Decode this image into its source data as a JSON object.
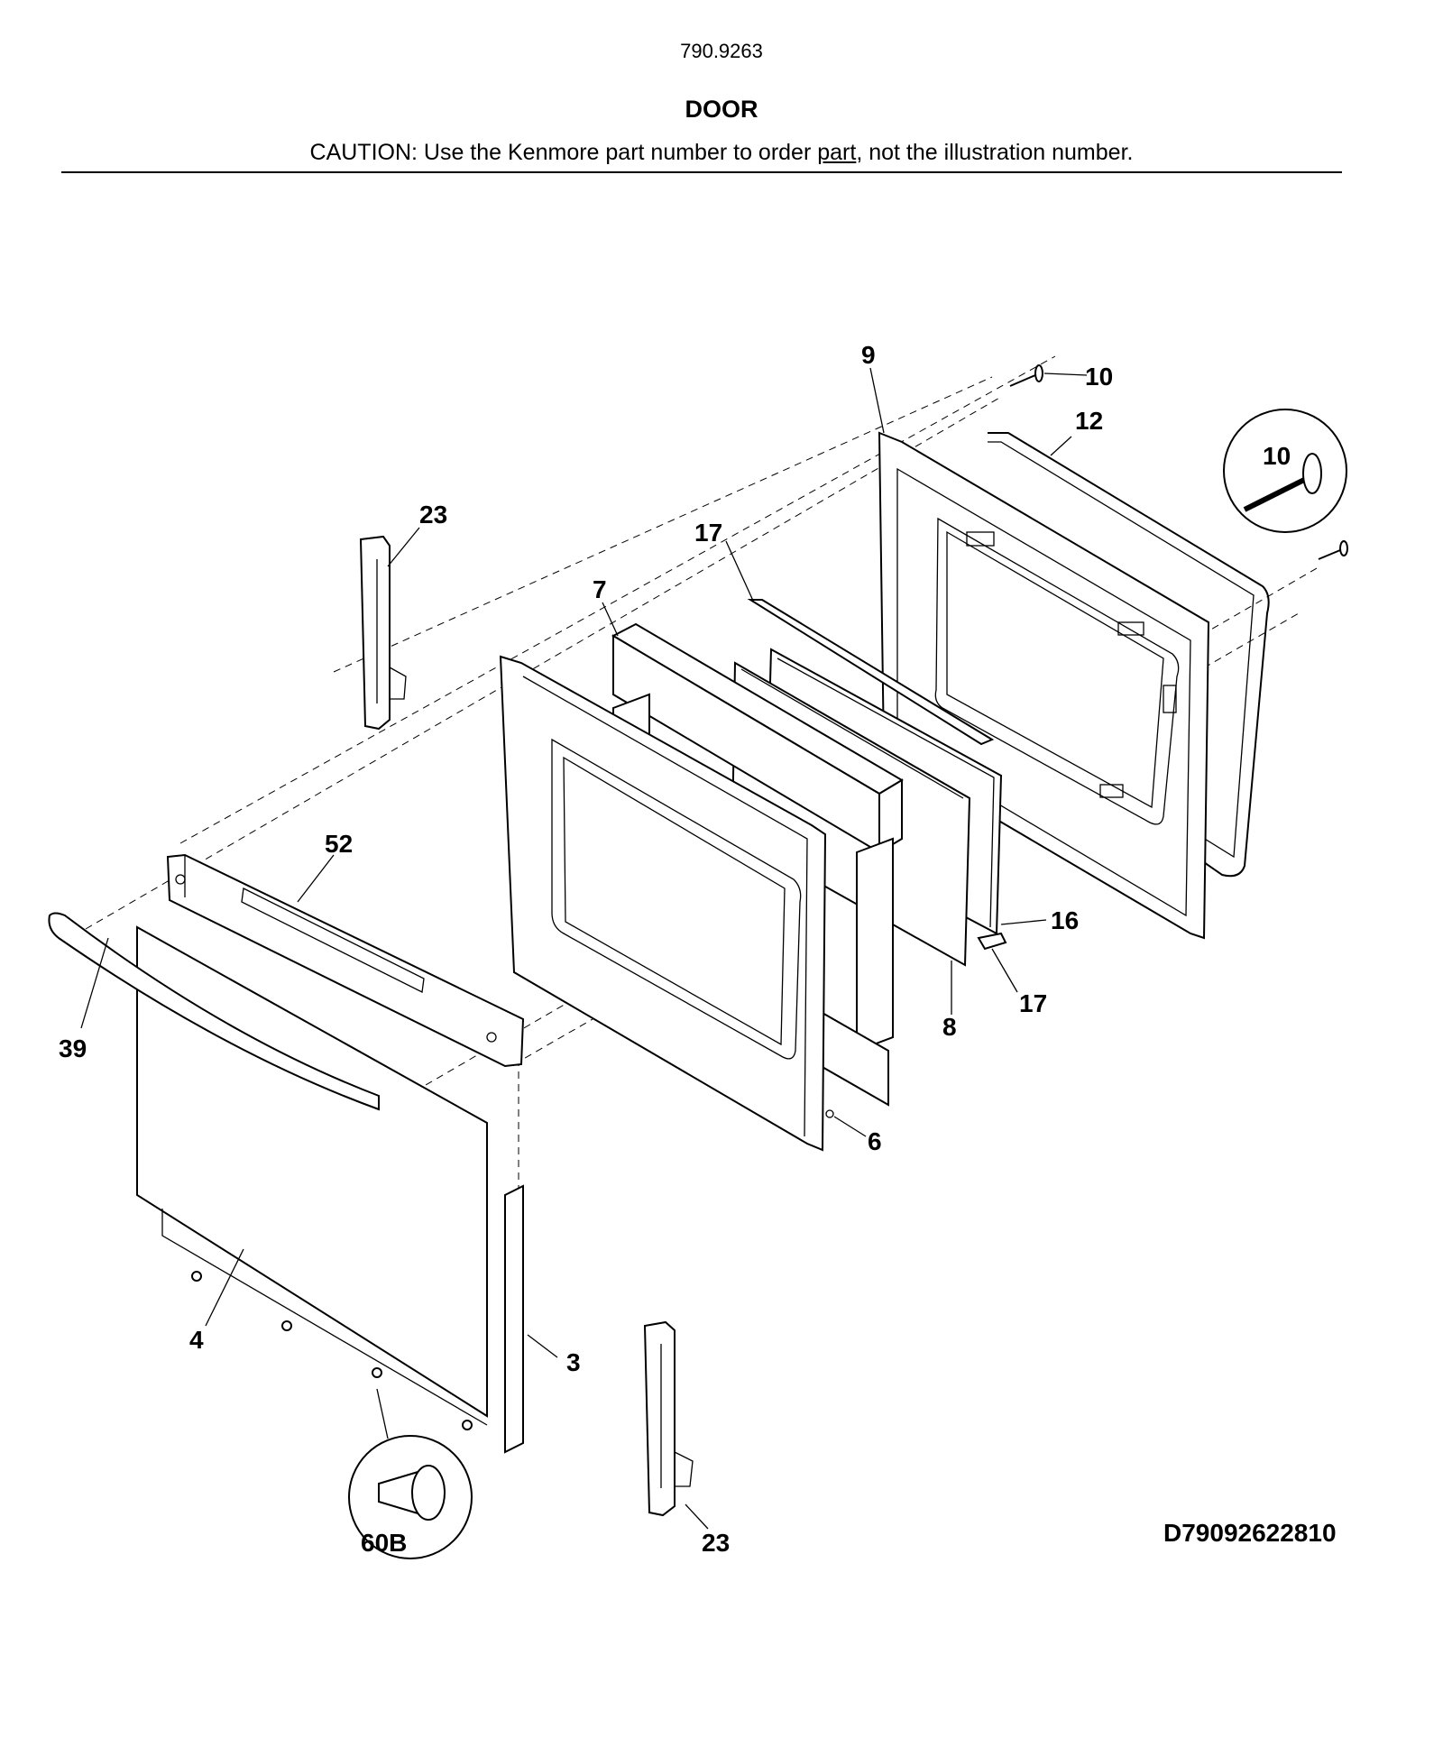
{
  "header": {
    "model": "790.9263",
    "title": "DOOR",
    "caution_prefix": "CAUTION: Use the Kenmore part number to order ",
    "caution_link": "part",
    "caution_suffix": ", not the illustration number."
  },
  "callouts": {
    "c9": "9",
    "c10a": "10",
    "c10b": "10",
    "c12": "12",
    "c23a": "23",
    "c23b": "23",
    "c17a": "17",
    "c17b": "17",
    "c7": "7",
    "c52": "52",
    "c39": "39",
    "c16": "16",
    "c8": "8",
    "c6": "6",
    "c4": "4",
    "c3": "3",
    "c60b": "60B"
  },
  "diagram_code": "D79092622810"
}
